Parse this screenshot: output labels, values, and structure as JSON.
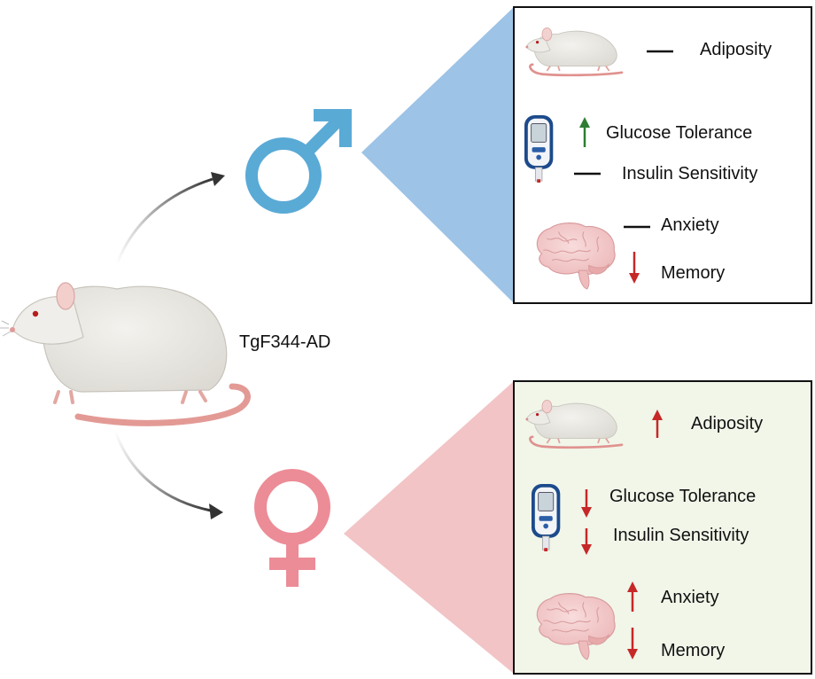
{
  "strain_label": "TgF344-AD",
  "colors": {
    "male": "#5aaad6",
    "male_triangle": "#9dc3e6",
    "female": "#ec8c97",
    "female_triangle": "#f2c4c6",
    "female_panel_bg": "#f1f6e9",
    "arrow_up_green": "#2e7d32",
    "arrow_red": "#c62828",
    "neutral_dash": "#111111"
  },
  "male_panel": {
    "sex": "male",
    "symbol_icon": "male-symbol-icon",
    "items": [
      {
        "label": "Adiposity",
        "change": "none",
        "icon": "rat-icon"
      },
      {
        "label": "Glucose Tolerance",
        "change": "up",
        "icon": "glucometer-icon"
      },
      {
        "label": "Insulin Sensitivity",
        "change": "none",
        "icon": "glucometer-icon"
      },
      {
        "label": "Anxiety",
        "change": "none",
        "icon": "brain-icon"
      },
      {
        "label": "Memory",
        "change": "down",
        "icon": "brain-icon"
      }
    ]
  },
  "female_panel": {
    "sex": "female",
    "symbol_icon": "female-symbol-icon",
    "items": [
      {
        "label": "Adiposity",
        "change": "up",
        "icon": "rat-icon"
      },
      {
        "label": "Glucose Tolerance",
        "change": "down",
        "icon": "glucometer-icon"
      },
      {
        "label": "Insulin Sensitivity",
        "change": "down",
        "icon": "glucometer-icon"
      },
      {
        "label": "Anxiety",
        "change": "up",
        "icon": "brain-icon"
      },
      {
        "label": "Memory",
        "change": "down",
        "icon": "brain-icon"
      }
    ]
  }
}
